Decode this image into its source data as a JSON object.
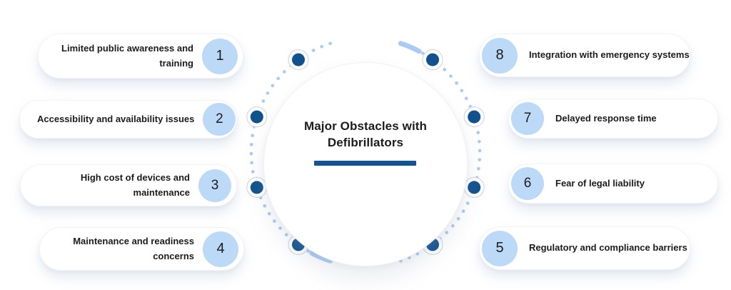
{
  "title": {
    "line1": "Major Obstacles with",
    "line2": "Defibrillators"
  },
  "items": [
    {
      "number": "1",
      "label": "Limited public awareness and training"
    },
    {
      "number": "2",
      "label": "Accessibility and availability issues"
    },
    {
      "number": "3",
      "label": "High cost of devices and maintenance"
    },
    {
      "number": "4",
      "label": "Maintenance and readiness concerns"
    },
    {
      "number": "5",
      "label": "Regulatory and compliance barriers"
    },
    {
      "number": "6",
      "label": "Fear of legal liability"
    },
    {
      "number": "7",
      "label": "Delayed response time"
    },
    {
      "number": "8",
      "label": "Integration with emergency systems"
    }
  ],
  "colors": {
    "accent": "#14538E",
    "marker_dot": "#11518D",
    "number_badge": "#BDD9F8",
    "ring_dots": "#A8C8F0",
    "text_dark": "#1C1C1E",
    "pill_bg": "#FFFFFF"
  }
}
